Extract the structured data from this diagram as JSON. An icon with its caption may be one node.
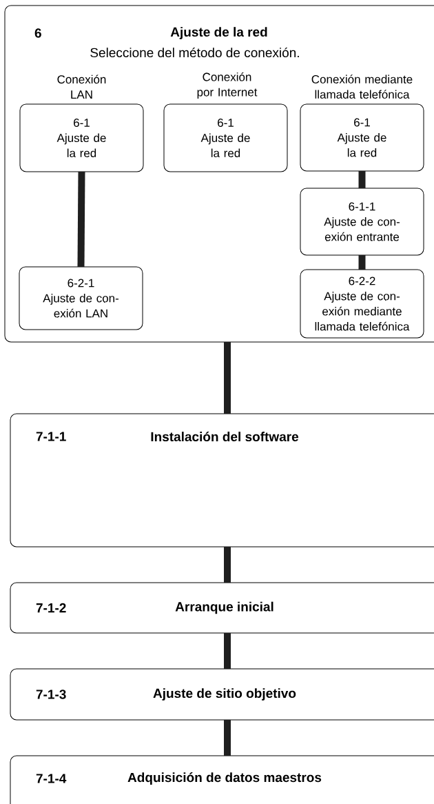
{
  "diagram": {
    "nodes": [
      {
        "text": [
          "6",
          "Ajuste de la red",
          "Seleccione del método de conexión."
        ]
      },
      {
        "text": [
          "6-1",
          "Ajuste de la red"
        ],
        "in": 0,
        "beside": [
          "Conexión LAN"
        ]
      },
      {
        "text": [
          "6-1",
          "Ajuste de la red"
        ],
        "in": 0,
        "beside": [
          "Conexión por Internet"
        ]
      },
      {
        "text": [
          "6-1",
          "Ajuste de la red"
        ],
        "in": 0,
        "beside": [
          "Conexión mediante llamada telefónica"
        ]
      },
      {
        "text": [
          "6-1-1",
          "Ajuste de con- exión entrante"
        ],
        "in": 0
      },
      {
        "text": [
          "6-2-1",
          "Ajuste de con- exión LAN"
        ],
        "in": 0
      },
      {
        "text": [
          "6-2-2",
          "Ajuste de con- exión mediante llamada telefónica"
        ],
        "in": 0
      },
      {
        "text": [
          "7-1-1",
          "Instalación del software"
        ]
      },
      {
        "text": [
          "7-1-2",
          "Arranque inicial"
        ]
      },
      {
        "text": [
          "7-1-3",
          "Ajuste de sitio objetivo"
        ]
      },
      {
        "text": [
          "7-1-4",
          "Adquisición de datos maestros"
        ]
      }
    ],
    "edges": [
      {
        "from": 1,
        "to": 5,
        "arrow": "none"
      },
      {
        "from": 3,
        "to": 4,
        "arrow": "none"
      },
      {
        "from": 4,
        "to": 6,
        "arrow": "none"
      },
      {
        "from": 0,
        "to": 7,
        "arrow": "none"
      },
      {
        "from": 7,
        "to": 8,
        "arrow": "none"
      },
      {
        "from": 8,
        "to": 9,
        "arrow": "none"
      },
      {
        "from": 9,
        "to": 10,
        "arrow": "none"
      }
    ]
  }
}
